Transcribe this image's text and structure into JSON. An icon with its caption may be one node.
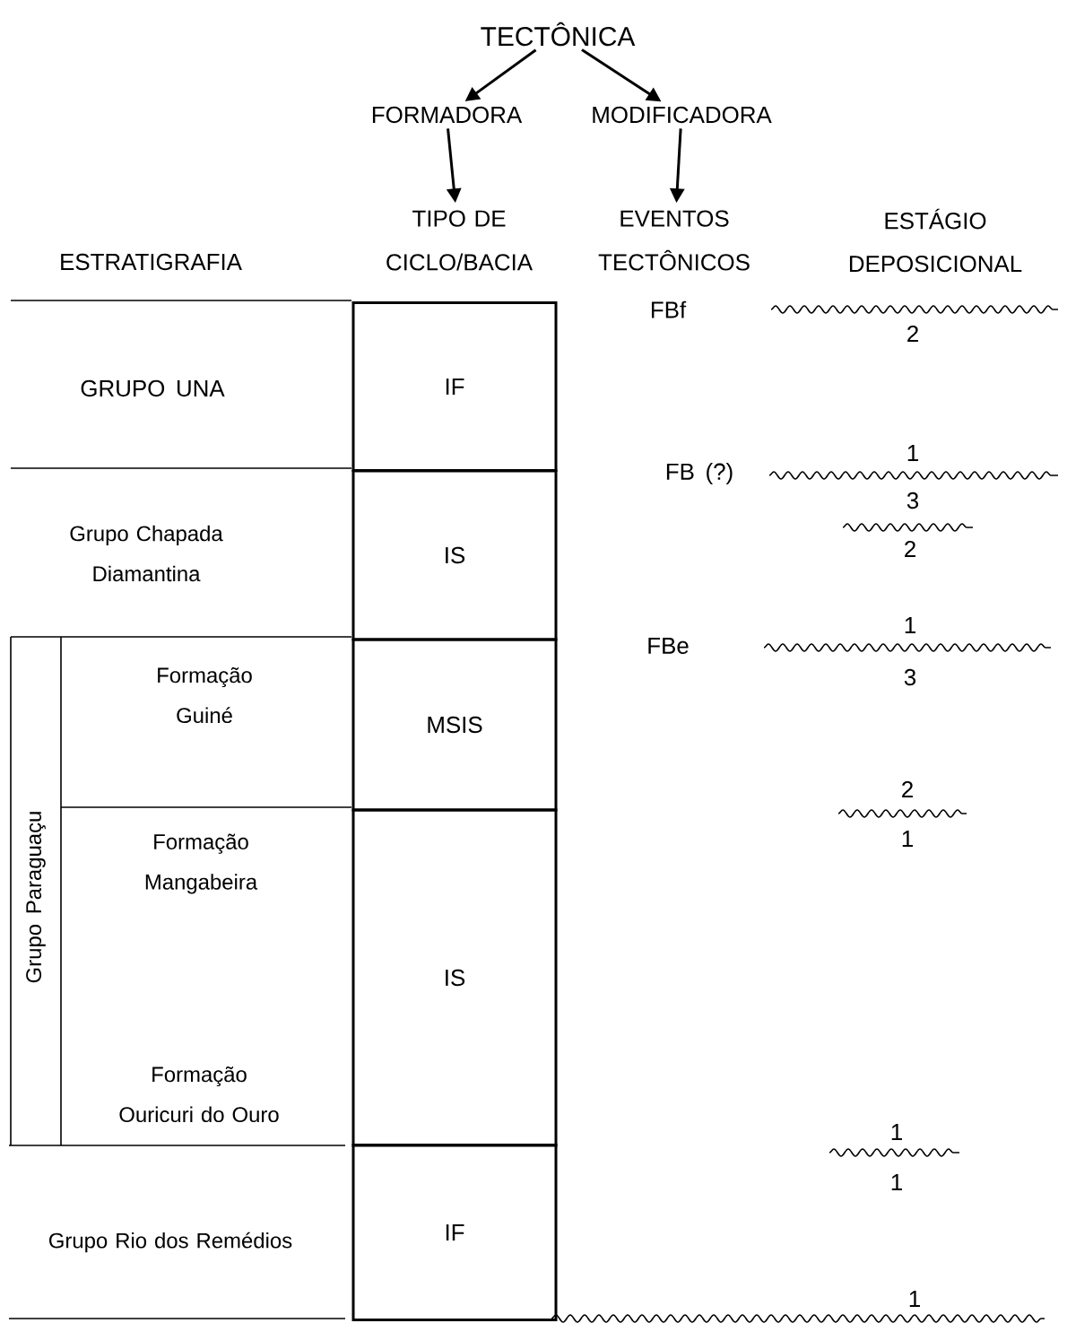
{
  "diagram": {
    "nodes": [
      {
        "text": [
          "TECTÔNICA"
        ]
      },
      {
        "text": [
          "FORMADORA"
        ]
      },
      {
        "text": [
          "MODIFICADORA"
        ]
      },
      {
        "text": [
          "TIPO DE CICLO/BACIA"
        ]
      },
      {
        "text": [
          "EVENTOS TECTÔNICOS"
        ]
      },
      {
        "text": [
          "IF"
        ]
      },
      {
        "text": [
          "IS"
        ]
      },
      {
        "text": [
          "MSIS"
        ]
      },
      {
        "text": [
          "IS"
        ]
      },
      {
        "text": [
          "IF"
        ]
      }
    ],
    "edges": [
      {
        "from": 0,
        "to": 1,
        "arrow": "to"
      },
      {
        "from": 0,
        "to": 2,
        "arrow": "to"
      },
      {
        "from": 1,
        "to": 3,
        "arrow": "to"
      },
      {
        "from": 2,
        "to": 4,
        "arrow": "to"
      }
    ],
    "labels": [
      "ESTÁGIO DEPOSICIONAL",
      "ESTRATIGRAFIA",
      "FBf",
      "2",
      "GRUPO UNA",
      "1",
      "FB (?)",
      "3",
      "2",
      "Grupo Chapada Diamantina",
      "FBe",
      "1",
      "3",
      "Formação Guiné",
      "2",
      "1",
      "Grupo Paraguaçu",
      "Formação Mangabeira",
      "Formação Ouricuri do Ouro",
      "1",
      "1",
      "Grupo Rio dos Remédios",
      "1"
    ]
  }
}
